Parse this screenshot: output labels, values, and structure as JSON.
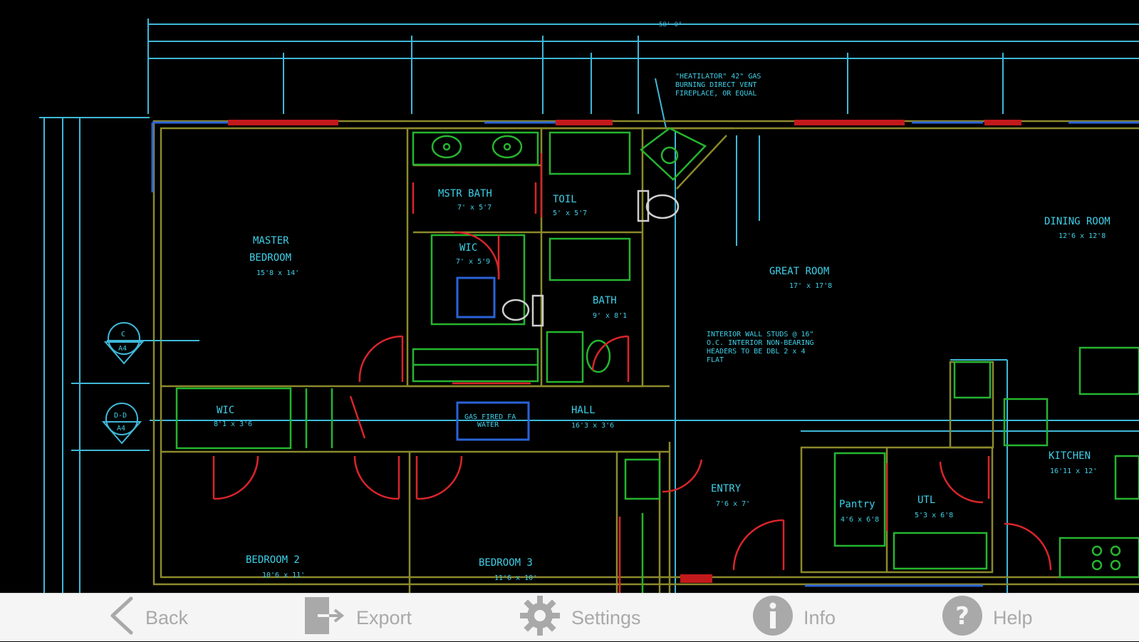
{
  "drawing": {
    "rooms": {
      "master_bedroom": "MASTER",
      "master_bedroom_2": "BEDROOM",
      "master_bedroom_size": "15'8 x 14'",
      "mstr_bath": "MSTR BATH",
      "mstr_bath_size": "7' x 5'7",
      "toil": "TOIL",
      "toil_size": "5' x 5'7",
      "wic_top": "WIC",
      "wic_top_size": "7' x 5'9",
      "bath": "BATH",
      "bath_size": "9' x 8'1",
      "great_room": "GREAT ROOM",
      "great_room_size": "17' x 17'8",
      "dining_room": "DINING ROOM",
      "dining_room_size": "12'6 x 12'8",
      "wic_bottom": "WIC",
      "wic_bottom_size": "8'1 x 3'6",
      "hall": "HALL",
      "hall_size": "16'3 x 3'6",
      "entry": "ENTRY",
      "entry_size": "7'6 x 7'",
      "pantry": "Pantry",
      "pantry_size": "4'6 x 6'8",
      "utl": "UTL",
      "utl_size": "5'3 x 6'8",
      "kitchen": "KITCHEN",
      "kitchen_size": "16'11 x 12'",
      "bedroom_2": "BEDROOM 2",
      "bedroom_2_size": "10'6 x 11'",
      "bedroom_3": "BEDROOM 3",
      "bedroom_3_size": "11'6 x 10'"
    },
    "notes": {
      "fireplace_1": "\"HEATILATOR\" 42\" GAS",
      "fireplace_2": "BURNING DIRECT VENT",
      "fireplace_3": "FIREPLACE, OR EQUAL",
      "studs_1": "INTERIOR WALL STUDS @ 16\"",
      "studs_2": "O.C. INTERIOR NON-BEARING",
      "studs_3": "HEADERS TO BE DBL 2 x 4",
      "studs_4": "FLAT",
      "furnace_1": "GAS FIRED FA",
      "furnace_2": "WATER",
      "section_1_top": "C",
      "section_1_bot": "A4",
      "section_2_top": "D-D",
      "section_2_bot": "A4",
      "overall_dim": "58'-0\""
    },
    "colors": {
      "background": "#000000",
      "dimension": "#3fb8d8",
      "wall": "#8c8a2c",
      "fixture": "#25b52f",
      "door": "#d9252a",
      "window": "#2a63d8"
    }
  },
  "toolbar": {
    "back": {
      "label": "Back",
      "icon": "chevron-left-icon"
    },
    "export": {
      "label": "Export",
      "icon": "export-icon"
    },
    "settings": {
      "label": "Settings",
      "icon": "gear-icon"
    },
    "info": {
      "label": "Info",
      "icon": "info-icon"
    },
    "help": {
      "label": "Help",
      "icon": "help-icon"
    },
    "text_color": "#a9a9a9",
    "background": "#f5f5f5"
  }
}
